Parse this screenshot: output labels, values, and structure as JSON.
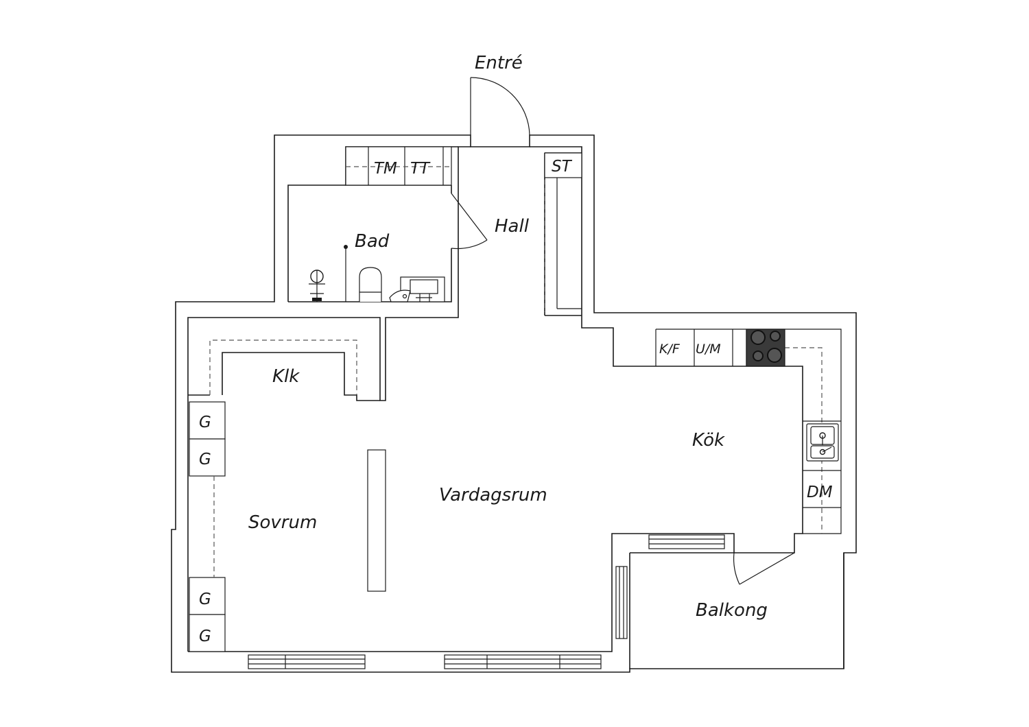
{
  "rooms": {
    "entre": "Entré",
    "hall": "Hall",
    "bad": "Bad",
    "klk": "Klk",
    "kok": "Kök",
    "vardagsrum": "Vardagsrum",
    "sovrum": "Sovrum",
    "balkong": "Balkong"
  },
  "fixtures": {
    "tm": "TM",
    "tt": "TT",
    "st": "ST",
    "kf": "K/F",
    "um": "U/M",
    "dm": "DM",
    "wardrobes": [
      "G",
      "G",
      "G",
      "G"
    ]
  },
  "colors": {
    "line": "#1a1a1a",
    "stove": "#3a3a3a"
  }
}
